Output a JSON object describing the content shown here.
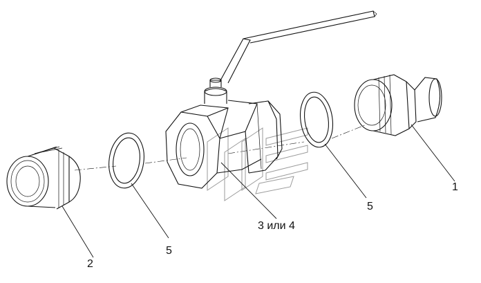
{
  "callouts": [
    {
      "id": "c1",
      "text": "1"
    },
    {
      "id": "c2",
      "text": "2"
    },
    {
      "id": "c3",
      "text": "3 или 4"
    },
    {
      "id": "c5a",
      "text": "5"
    },
    {
      "id": "c5b",
      "text": "5"
    }
  ],
  "colors": {
    "line": "#111111",
    "watermark": "#9a9a9a",
    "background": "#ffffff"
  }
}
